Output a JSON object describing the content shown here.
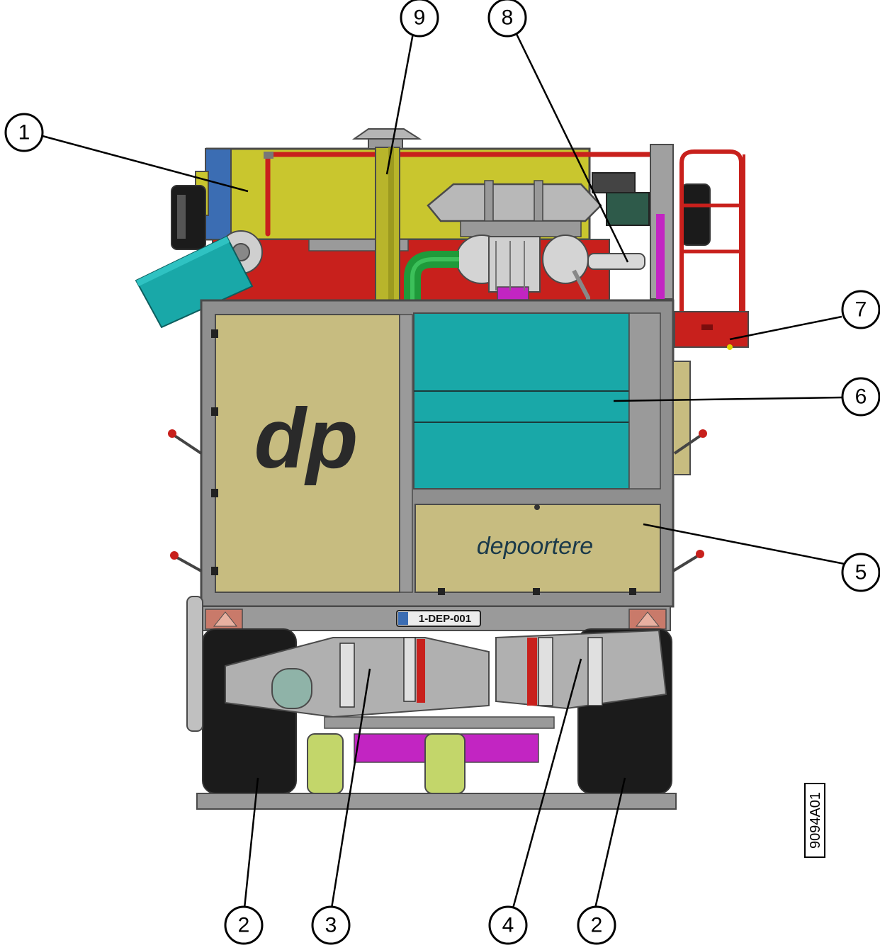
{
  "diagram": {
    "ref_code": "9094A01",
    "plate": "1-DEP-001",
    "logo_dp": "dp",
    "logo_name": "depoortere",
    "colors": {
      "hopper_yellow": "#c9c62e",
      "panel_beige": "#c7bc80",
      "teal": "#19a8a8",
      "frame_grey": "#8f8f8f",
      "red": "#c8201c",
      "tyre": "#1b1b1b",
      "magenta": "#c225c2",
      "blue": "#3b6db3",
      "green": "#1f9a3a"
    }
  },
  "callouts": [
    {
      "label": "1"
    },
    {
      "label": "2"
    },
    {
      "label": "2"
    },
    {
      "label": "3"
    },
    {
      "label": "4"
    },
    {
      "label": "5"
    },
    {
      "label": "6"
    },
    {
      "label": "7"
    },
    {
      "label": "8"
    },
    {
      "label": "9"
    }
  ]
}
